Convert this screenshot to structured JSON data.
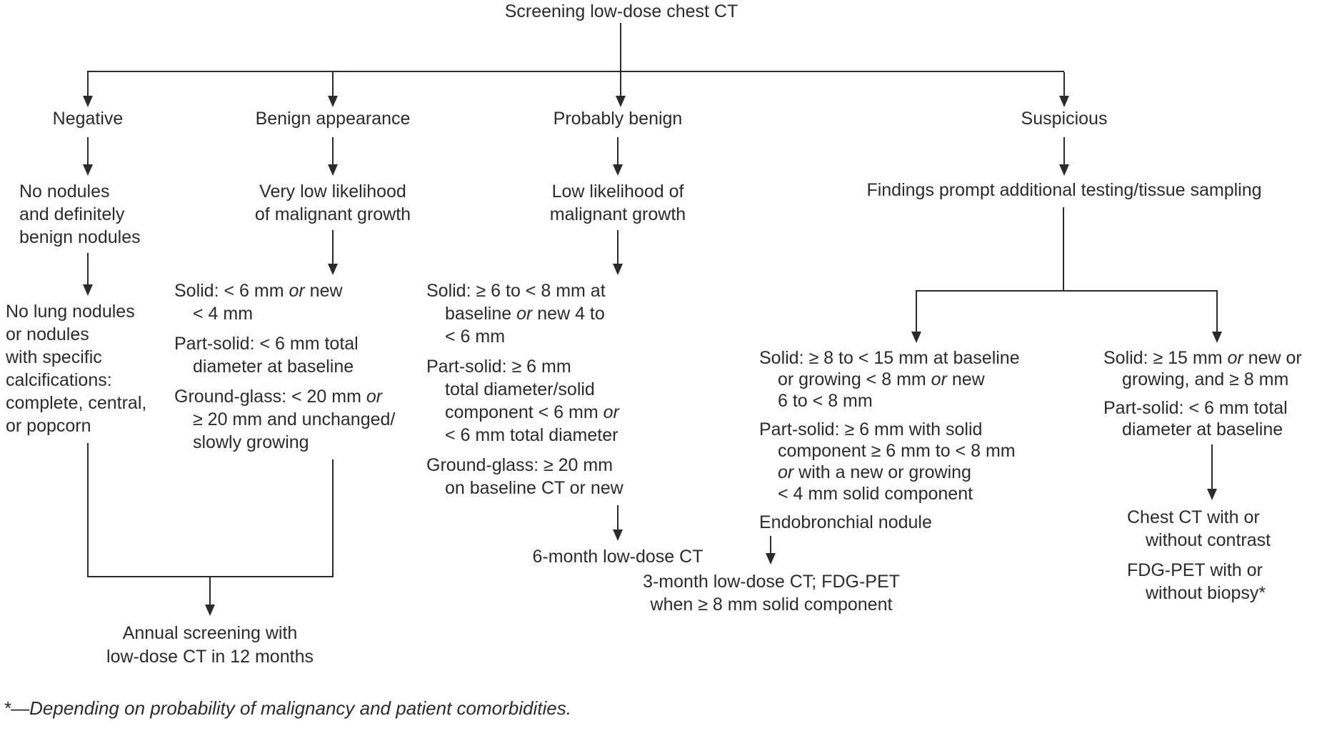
{
  "palette": {
    "ink": "#2e2a2b",
    "background": "#ffffff"
  },
  "title": "Screening low-dose chest CT",
  "footnote": "*—Depending on probability of malignancy and patient comorbidities.",
  "branches": {
    "negative": {
      "label": "Negative",
      "description": [
        "No nodules",
        "and definitely",
        "benign nodules"
      ],
      "criteria": [
        "No lung nodules",
        "or nodules",
        "with specific",
        "calcifications:",
        "complete, central,",
        "or popcorn"
      ]
    },
    "benign": {
      "label": "Benign appearance",
      "description": [
        "Very low likelihood",
        "of malignant growth"
      ],
      "criteria": [
        {
          "seg": [
            [
              "Solid: < 6 mm ",
              0
            ],
            [
              "or",
              1
            ],
            [
              " new",
              0
            ]
          ]
        },
        {
          "ind": 1,
          "t": "< 4 mm"
        },
        {
          "gap": 1,
          "t": "Part-solid: < 6 mm total"
        },
        {
          "ind": 1,
          "t": "diameter at baseline"
        },
        {
          "gap": 1,
          "seg": [
            [
              "Ground-glass: < 20 mm ",
              0
            ],
            [
              "or",
              1
            ]
          ]
        },
        {
          "ind": 1,
          "t": "≥ 20 mm and unchanged/"
        },
        {
          "ind": 1,
          "t": "slowly growing"
        }
      ]
    },
    "probably_benign": {
      "label": "Probably benign",
      "description": [
        "Low likelihood of",
        "malignant growth"
      ],
      "criteria": [
        {
          "t": "Solid: ≥ 6 to < 8 mm at"
        },
        {
          "ind": 1,
          "seg": [
            [
              "baseline ",
              0
            ],
            [
              "or",
              1
            ],
            [
              " new 4 to",
              0
            ]
          ]
        },
        {
          "ind": 1,
          "t": "< 6 mm"
        },
        {
          "gap": 1,
          "t": "Part-solid: ≥ 6 mm"
        },
        {
          "ind": 1,
          "t": "total diameter/solid"
        },
        {
          "ind": 1,
          "seg": [
            [
              "component < 6 mm ",
              0
            ],
            [
              "or",
              1
            ]
          ]
        },
        {
          "ind": 1,
          "t": "< 6 mm total diameter"
        },
        {
          "gap": 1,
          "t": "Ground-glass: ≥ 20 mm"
        },
        {
          "ind": 1,
          "t": "on baseline CT or new"
        }
      ]
    },
    "suspicious": {
      "label": "Suspicious",
      "description": "Findings prompt additional testing/tissue sampling",
      "sub_left": {
        "criteria": [
          {
            "t": "Solid: ≥ 8 to < 15 mm at baseline"
          },
          {
            "ind": 1,
            "seg": [
              [
                "or growing < 8 mm ",
                0
              ],
              [
                "or",
                1
              ],
              [
                " new",
                0
              ]
            ]
          },
          {
            "ind": 1,
            "t": "6 to < 8 mm"
          },
          {
            "gap": 1,
            "t": "Part-solid: ≥ 6 mm with solid"
          },
          {
            "ind": 1,
            "t": "component ≥ 6 mm to < 8 mm"
          },
          {
            "ind": 1,
            "seg": [
              [
                "or",
                1
              ],
              [
                " with a new or growing",
                0
              ]
            ]
          },
          {
            "ind": 1,
            "t": "< 4 mm solid component"
          },
          {
            "gap": 1,
            "t": "Endobronchial nodule"
          }
        ]
      },
      "sub_right": {
        "criteria": [
          {
            "seg": [
              [
                "Solid: ≥ 15 mm ",
                0
              ],
              [
                "or",
                1
              ],
              [
                " new or",
                0
              ]
            ]
          },
          {
            "ind": 1,
            "t": "growing, and ≥ 8 mm"
          },
          {
            "gap": 1,
            "t": "Part-solid: < 6 mm total"
          },
          {
            "ind": 1,
            "t": "diameter at baseline"
          }
        ]
      }
    }
  },
  "outcomes": {
    "annual": [
      "Annual screening with",
      "low-dose CT in 12 months"
    ],
    "six_month": "6-month low-dose CT",
    "three_month": [
      "3-month low-dose CT; FDG-PET",
      "when ≥ 8 mm solid component"
    ],
    "workup": [
      {
        "t": "Chest CT with or"
      },
      {
        "ind": 1,
        "t": "without contrast"
      },
      {
        "gap": 1,
        "t": "FDG-PET with or"
      },
      {
        "ind": 1,
        "t": "without biopsy*"
      }
    ]
  }
}
